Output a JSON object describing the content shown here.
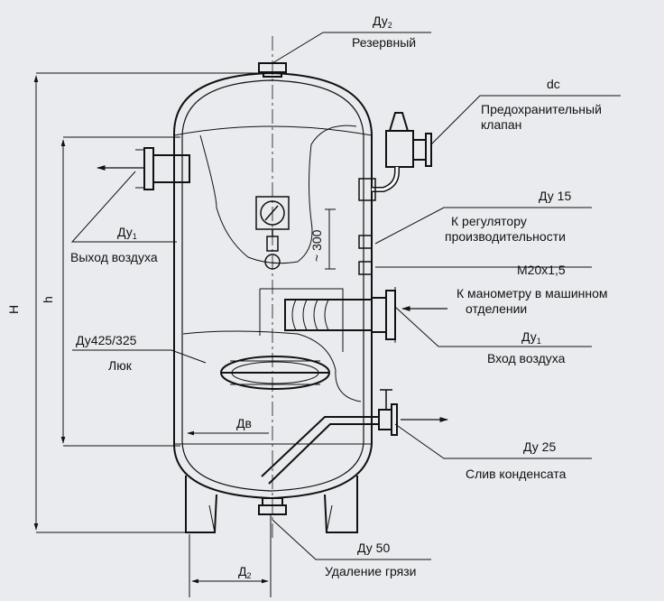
{
  "labels": {
    "du2": "Ду",
    "du2_sub": "2",
    "reserve": "Резервный",
    "dc": "dc",
    "safety_valve_1": "Предохранительный",
    "safety_valve_2": "клапан",
    "du15": "Ду 15",
    "regulator_1": "К регулятору",
    "regulator_2": "производительности",
    "m20": "М20х1,5",
    "manometer_1": "К манометру в машинном",
    "manometer_2": "отделении",
    "du1_in": "Ду",
    "du1_in_sub": "1",
    "air_in": "Вход воздуха",
    "du25": "Ду 25",
    "condensate": "Слив конденсата",
    "du50": "Ду 50",
    "dirt": "Удаление грязи",
    "d2": "Д",
    "d2_sub": "2",
    "dv": "Дв",
    "hatch_size": "Ду425/325",
    "hatch": "Люк",
    "du1_out": "Ду",
    "du1_out_sub": "1",
    "air_out": "Выход воздуха",
    "H": "H",
    "h": "h",
    "dim300": "~ 300"
  },
  "colors": {
    "background": "#e9ebee",
    "line": "#111111"
  }
}
